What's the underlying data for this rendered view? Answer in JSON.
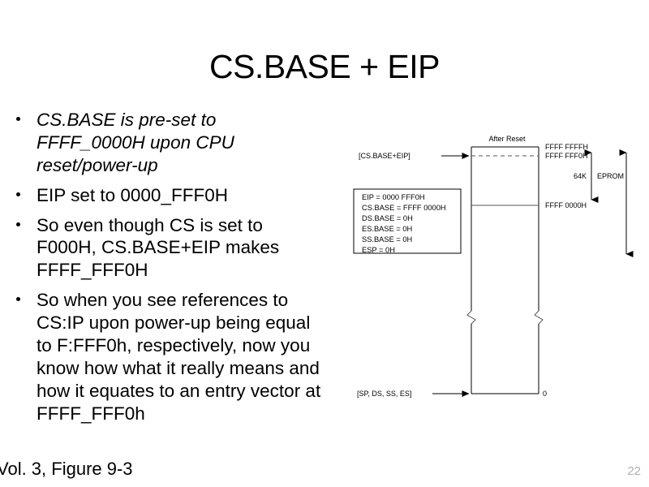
{
  "slide": {
    "title": "CS.BASE + EIP",
    "footer_note": "Vol. 3, Figure 9-3",
    "page_number": "22"
  },
  "bullets": [
    {
      "text": "CS.BASE is pre-set to FFFF_0000H upon CPU reset/power-up",
      "style": "italic"
    },
    {
      "text": "EIP set to 0000_FFF0H",
      "style": "normal"
    },
    {
      "text": "So even though CS is set to F000H, CS.BASE+EIP makes FFFF_FFF0H",
      "style": "normal"
    },
    {
      "text": "So when you see references to CS:IP upon power-up being equal to F:FFF0h, respectively, now you know how what it really means and how it equates to an entry vector at FFFF_FFF0h",
      "style": "normal"
    }
  ],
  "diagram": {
    "column_heading": "After Reset",
    "pointer_top_label": "[CS.BASE+EIP]",
    "pointer_bottom_label": "[SP, DS, SS, ES]",
    "address_labels": {
      "top": "FFFF FFFFH",
      "entry": "FFFF FFF0H",
      "base": "FFFF 0000H",
      "zero": "0"
    },
    "span_labels": {
      "size": "64K",
      "device": "EPROM"
    },
    "register_box": [
      "EIP = 0000 FFF0H",
      "CS.BASE = FFFF 0000H",
      "DS.BASE = 0H",
      "ES.BASE = 0H",
      "SS.BASE = 0H",
      "ESP = 0H"
    ]
  },
  "colors": {
    "background": "#ffffff",
    "text": "#000000",
    "page_number": "#b0b0b0",
    "diagram_gray": "#555555"
  }
}
